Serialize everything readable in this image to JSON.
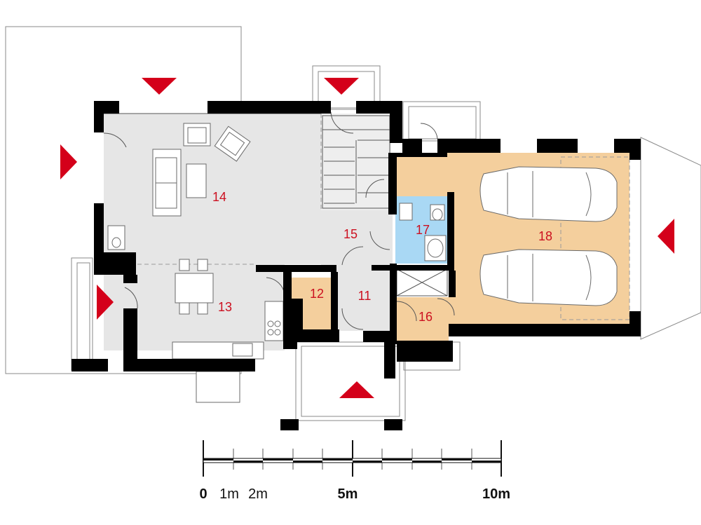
{
  "plan": {
    "rooms": [
      {
        "id": "11",
        "label": "11",
        "fill": "#e6e6e6"
      },
      {
        "id": "12",
        "label": "12",
        "fill": "#f4cf9d"
      },
      {
        "id": "13",
        "label": "13",
        "fill": "#e6e6e6"
      },
      {
        "id": "14",
        "label": "14",
        "fill": "#e6e6e6"
      },
      {
        "id": "15",
        "label": "15",
        "fill": "#e6e6e6"
      },
      {
        "id": "16",
        "label": "16",
        "fill": "#f4cf9d"
      },
      {
        "id": "17",
        "label": "17",
        "fill": "#a9d8f4"
      },
      {
        "id": "18",
        "label": "18",
        "fill": "#f4cf9d"
      }
    ],
    "colors": {
      "wall": "#000000",
      "living": "#e6e6e6",
      "utility": "#f4cf9d",
      "bath": "#a9d8f4",
      "label": "#cc1020",
      "entrance_arrow": "#d4001a"
    },
    "entrance_arrows": [
      {
        "name": "entrance-arrow-top-left",
        "direction": "down"
      },
      {
        "name": "entrance-arrow-top-center",
        "direction": "down"
      },
      {
        "name": "entrance-arrow-left",
        "direction": "right"
      },
      {
        "name": "entrance-arrow-left-lower",
        "direction": "right"
      },
      {
        "name": "entrance-arrow-right",
        "direction": "left"
      },
      {
        "name": "entrance-arrow-bottom",
        "direction": "up"
      }
    ]
  },
  "scale_bar": {
    "labels": [
      "0",
      "1m",
      "2m",
      "5m",
      "10m"
    ]
  }
}
